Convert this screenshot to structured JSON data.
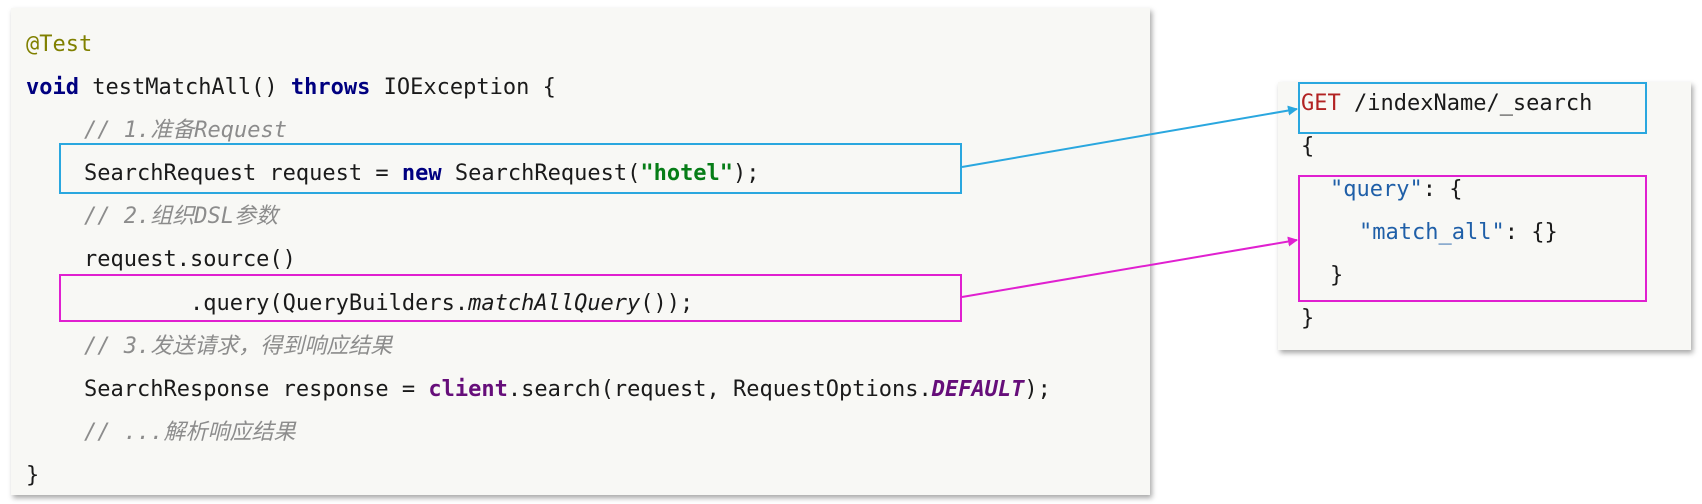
{
  "java": {
    "line1_annotation": "@Test",
    "line2": {
      "kw_void": "void",
      "name": " testMatchAll() ",
      "kw_throws": "throws",
      "rest": " IOException {"
    },
    "line3_comment": "// 1.准备Request",
    "line4": {
      "pre": "SearchRequest request = ",
      "kw_new": "new",
      "mid": " SearchRequest(",
      "str": "\"hotel\"",
      "post": ");"
    },
    "line5_comment": "// 2.组织DSL参数",
    "line6": "request.source()",
    "line7": {
      "pre": "        .query(QueryBuilders.",
      "method": "matchAllQuery",
      "post": "());"
    },
    "line8_comment": "// 3.发送请求，得到响应结果",
    "line9": {
      "pre": "SearchResponse response = ",
      "field": "client",
      "mid": ".search(request, RequestOptions.",
      "constant": "DEFAULT",
      "post": ");"
    },
    "line10_comment": "// ...解析响应结果",
    "line11": "}"
  },
  "dsl": {
    "line1": {
      "verb": "GET",
      "path": " /indexName/_search"
    },
    "line2": "{",
    "line3": {
      "key": "\"query\"",
      "rest": ": {"
    },
    "line4": {
      "key": "\"match_all\"",
      "rest": ": {}"
    },
    "line5": "}",
    "line6": "}"
  },
  "colors": {
    "request_highlight": "#2aa7df",
    "query_highlight": "#e020d0"
  }
}
